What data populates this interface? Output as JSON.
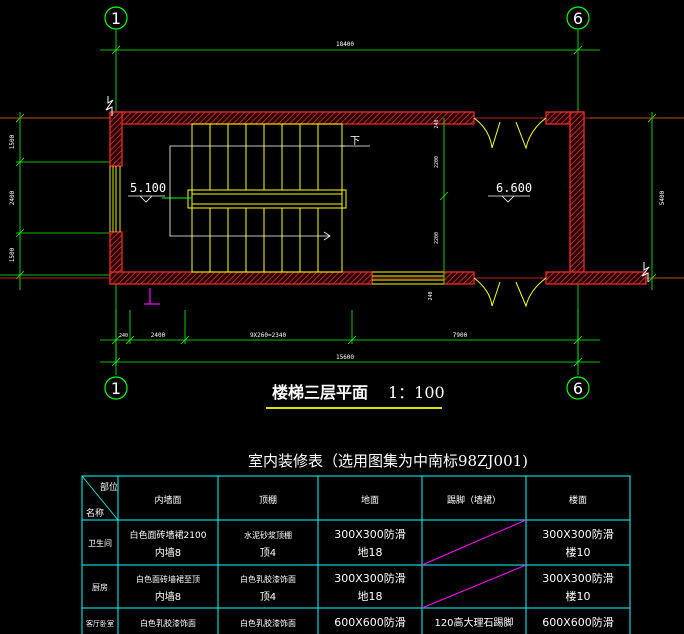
{
  "axes": {
    "left": "1",
    "right": "6"
  },
  "dims": {
    "top_total": "18400",
    "bottom_total": "15600",
    "bottom_parts": [
      "240",
      "2400",
      "9X260=2340",
      "7900"
    ],
    "left_parts": [
      "1500",
      "2400",
      "1500"
    ],
    "right_total": "5400",
    "mid_parts": [
      "2200",
      "2200",
      "240"
    ],
    "small_top": "240"
  },
  "labels": {
    "down": "下"
  },
  "levels": {
    "left": "5.100",
    "right": "6.600"
  },
  "plan_title": {
    "name": "楼梯三层平面",
    "scale": "1：100"
  },
  "table": {
    "title": "室内装修表（选用图集为中南标98ZJ001)",
    "corner_top": "部位",
    "corner_bottom": "名称",
    "headers": [
      "内墙面",
      "顶棚",
      "地面",
      "踢脚（墙裙）",
      "楼面"
    ],
    "rows": [
      {
        "name": "卫生间",
        "wall": [
          "白色面砖墙裙2100",
          "内墙8"
        ],
        "ceiling": [
          "水泥砂浆顶棚",
          "顶4"
        ],
        "floor": [
          "300X300防滑",
          "地18"
        ],
        "skirt": [],
        "upper": [
          "300X300防滑",
          "楼10"
        ]
      },
      {
        "name": "厨房",
        "wall": [
          "白色面砖墙裙至顶",
          "内墙8"
        ],
        "ceiling": [
          "白色乳胶漆饰面",
          "顶4"
        ],
        "floor": [
          "300X300防滑",
          "地18"
        ],
        "skirt": [],
        "upper": [
          "300X300防滑",
          "楼10"
        ]
      },
      {
        "name": "客厅卧室",
        "wall": [
          "白色乳胶漆饰面"
        ],
        "ceiling": [
          "白色乳胶漆饰面"
        ],
        "floor": [
          "600X600防滑"
        ],
        "skirt": [
          "120高大理石踢脚"
        ],
        "upper": [
          "600X600防滑"
        ]
      }
    ]
  },
  "colors": {
    "wall": "#ff2a2a",
    "stair": "#ffff00",
    "dim": "#00ff00",
    "grid": "#00ffff",
    "axis": "#00ff00",
    "text": "#ffffff",
    "hatch": "#ff4444",
    "magenta": "#ff00ff"
  }
}
